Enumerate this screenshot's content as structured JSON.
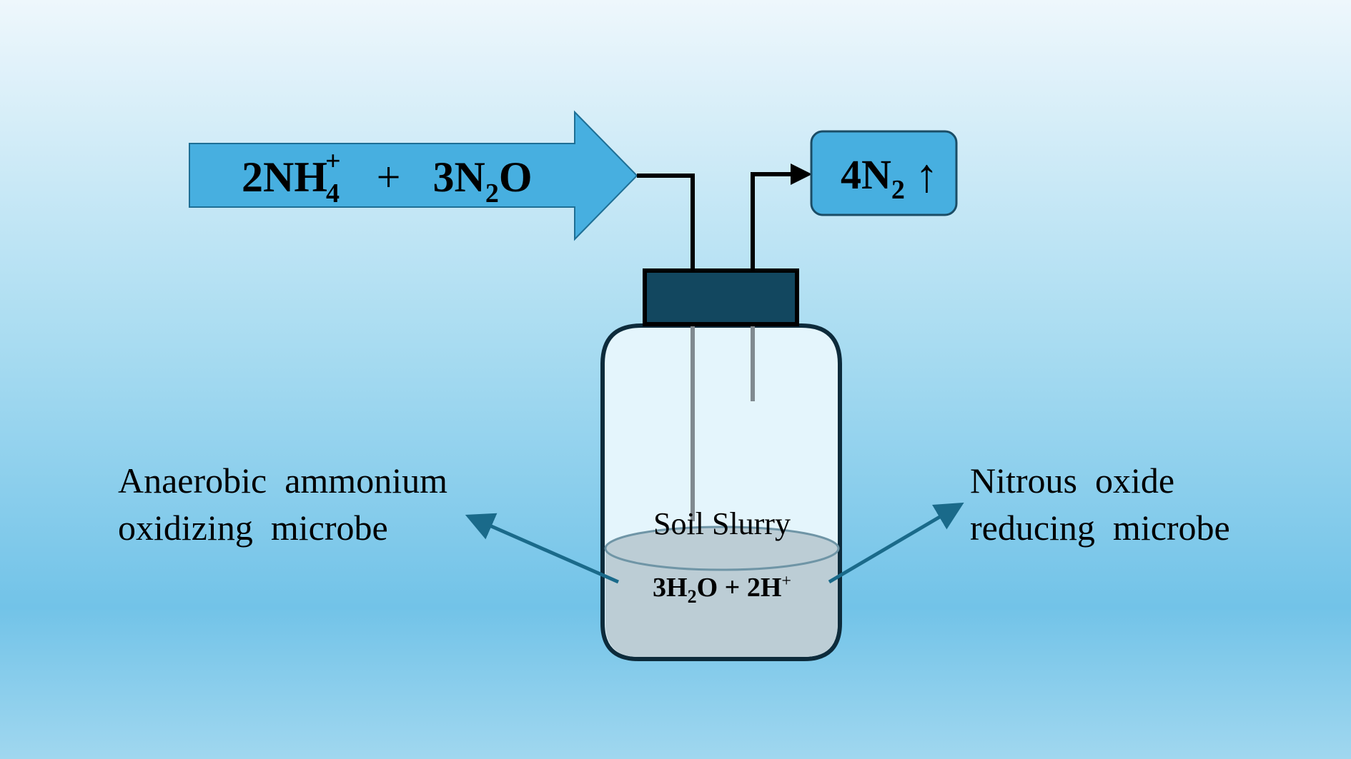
{
  "reaction": {
    "reactant1": "2NH",
    "reactant1_sub": "4",
    "reactant1_sup": "+",
    "plus": "+",
    "reactant2": "3N",
    "reactant2_sub": "2",
    "reactant2_tail": "O"
  },
  "product": {
    "text": "4N",
    "sub": "2",
    "arrow": "↑"
  },
  "jar": {
    "slurry_label": "Soil Slurry",
    "byproduct_a": "3H",
    "byproduct_sub": "2",
    "byproduct_b": "O + 2H",
    "byproduct_sup": "+"
  },
  "labels": {
    "left_line1": "Anaerobic  ammonium",
    "left_line2": "oxidizing  microbe",
    "right_line1": "Nitrous  oxide",
    "right_line2": "reducing  microbe"
  },
  "colors": {
    "arrow_fill": "#47afe0",
    "cap": "#12475f",
    "liquid": "#bccdd5",
    "pointer": "#1a6a8a"
  }
}
